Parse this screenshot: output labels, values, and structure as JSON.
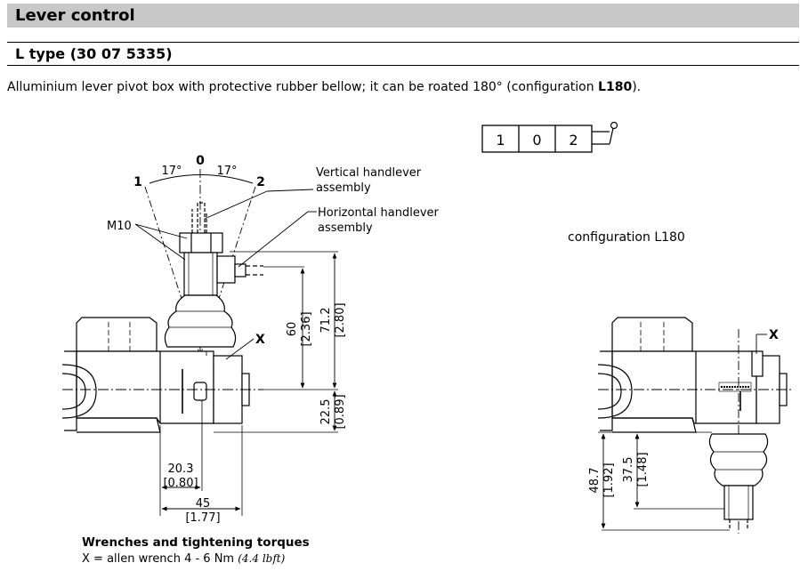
{
  "section_title": "Lever control",
  "subtitle": "L type (30 07 5335)",
  "description": {
    "text_before": "Alluminium lever pivot box with protective rubber bellow; it can be roated 180° (configuration ",
    "bold": "L180",
    "text_after": ")."
  },
  "symbol": {
    "positions": [
      "1",
      "0",
      "2"
    ]
  },
  "left_drawing": {
    "position_neutral": "0",
    "position_left": "1",
    "position_right": "2",
    "angle_left": "17°",
    "angle_right": "17°",
    "thread_label": "M10",
    "vertical_handlever": [
      "Vertical handlever",
      "assembly"
    ],
    "horizontal_handlever": [
      "Horizontal handlever",
      "assembly"
    ],
    "wrench_marker": "X",
    "dimensions": {
      "d60": "60",
      "d60_in": "[2.36]",
      "d71": "71.2",
      "d71_in": "[2.80]",
      "d22": "22.5",
      "d22_in": "[0.89]",
      "d20": "20.3",
      "d20_in": "[0.80]",
      "d45": "45",
      "d45_in": "[1.77]"
    }
  },
  "right_drawing": {
    "caption": "configuration L180",
    "wrench_marker": "X",
    "dimensions": {
      "d48": "48.7",
      "d48_in": "[1.92]",
      "d37": "37.5",
      "d37_in": "[1.48]"
    }
  },
  "wrenches": {
    "title": "Wrenches and tightening torques",
    "line_main": "X = allen wrench 4 - 6 Nm ",
    "line_italic": "(4.4 lbft)"
  }
}
